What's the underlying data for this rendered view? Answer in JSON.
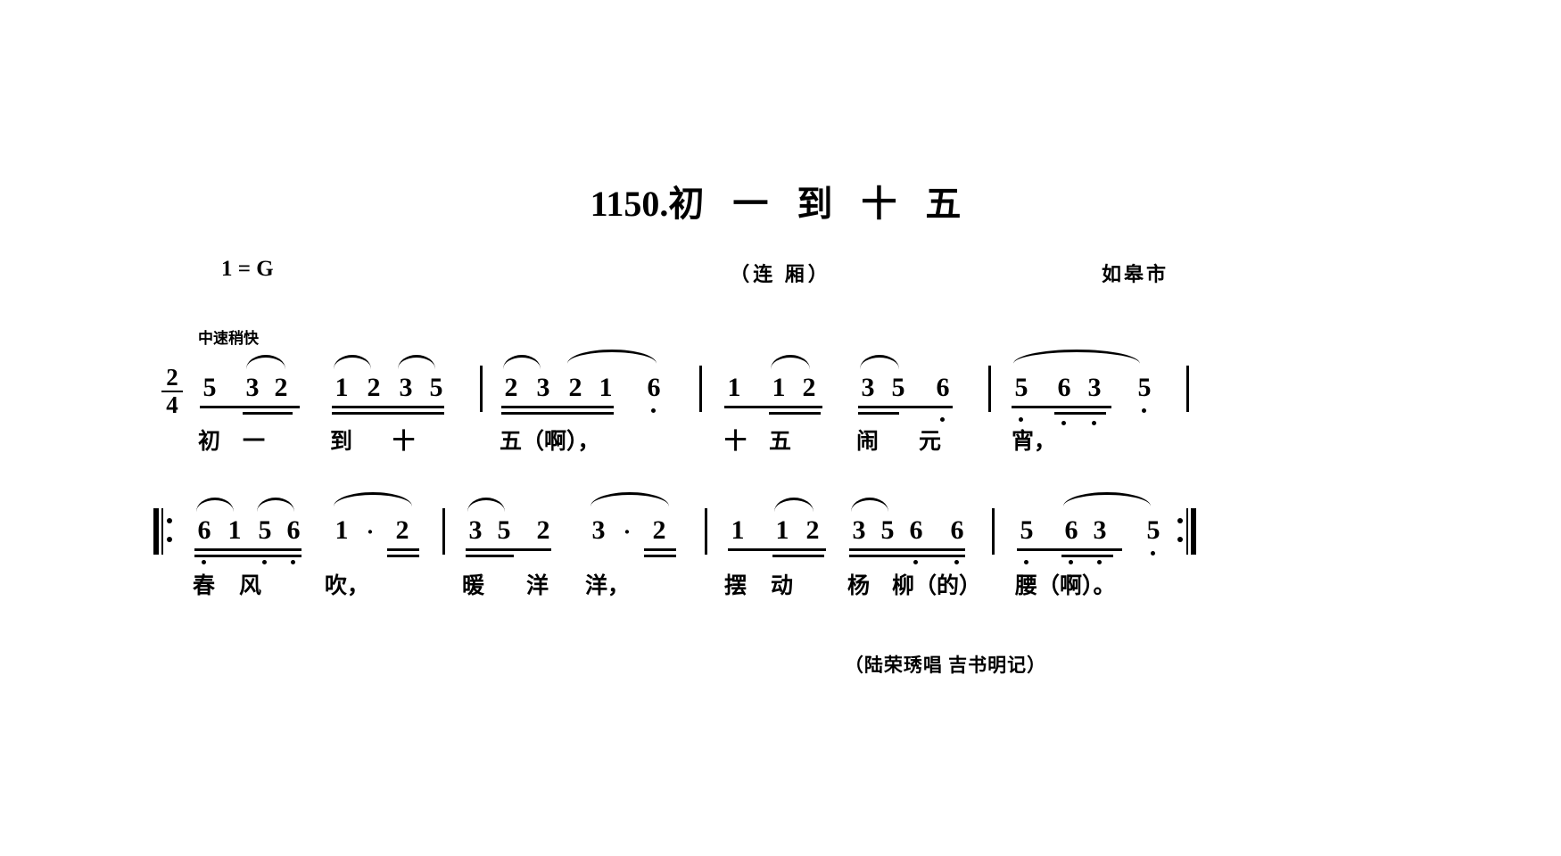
{
  "document": {
    "kind": "jianpu-song-sheet",
    "title_number": "1150",
    "title_sep": ".",
    "title_text": "初 一 到 十 五",
    "key_signature": "1 = G",
    "subtitle": "（连  厢）",
    "region": "如皋市",
    "tempo_marking": "中速稍快",
    "time_signature": {
      "numerator": "2",
      "denominator": "4"
    },
    "credits": "（陆荣琇唱   吉书明记）"
  },
  "music": {
    "systems": [
      {
        "name": "system-1",
        "has_start_repeat": false,
        "has_end_repeat": false,
        "end_barline": "single",
        "measures": [
          {
            "name": "measure-1",
            "beats": [
              {
                "notes": [
                  {
                    "pitch": "5",
                    "octave": 0,
                    "beams": 1
                  }
                ]
              },
              {
                "notes": [
                  {
                    "pitch": "3",
                    "octave": 0,
                    "beams": 1
                  },
                  {
                    "pitch": "2",
                    "octave": 0,
                    "beams": 1
                  }
                ],
                "slur": true
              }
            ]
          },
          {
            "name": "measure-2",
            "beats": [
              {
                "notes": [
                  {
                    "pitch": "1",
                    "octave": 0,
                    "beams": 2
                  },
                  {
                    "pitch": "2",
                    "octave": 0,
                    "beams": 2
                  }
                ],
                "slur": true
              },
              {
                "notes": [
                  {
                    "pitch": "3",
                    "octave": 0,
                    "beams": 2
                  },
                  {
                    "pitch": "5",
                    "octave": 0,
                    "beams": 2
                  }
                ],
                "slur": true
              }
            ]
          },
          {
            "name": "measure-3",
            "beats": [
              {
                "notes": [
                  {
                    "pitch": "2",
                    "octave": 0,
                    "beams": 2
                  },
                  {
                    "pitch": "3",
                    "octave": 0,
                    "beams": 2
                  }
                ],
                "slur": true
              },
              {
                "notes": [
                  {
                    "pitch": "2",
                    "octave": 0,
                    "beams": 2
                  },
                  {
                    "pitch": "1",
                    "octave": 0,
                    "beams": 2
                  }
                ],
                "slur": true
              },
              {
                "notes": [
                  {
                    "pitch": "6",
                    "octave": -1,
                    "beams": 0
                  }
                ]
              }
            ]
          },
          {
            "name": "measure-4",
            "beats": [
              {
                "notes": [
                  {
                    "pitch": "1",
                    "octave": 0,
                    "beams": 1
                  }
                ]
              },
              {
                "notes": [
                  {
                    "pitch": "1",
                    "octave": 0,
                    "beams": 1
                  },
                  {
                    "pitch": "2",
                    "octave": 0,
                    "beams": 1
                  }
                ],
                "slur": true
              },
              {
                "notes": [
                  {
                    "pitch": "3",
                    "octave": 0,
                    "beams": 2
                  },
                  {
                    "pitch": "5",
                    "octave": 0,
                    "beams": 2
                  }
                ],
                "slur": true
              },
              {
                "notes": [
                  {
                    "pitch": "6",
                    "octave": -1,
                    "beams": 1
                  }
                ]
              }
            ]
          },
          {
            "name": "measure-5",
            "beats": [
              {
                "notes": [
                  {
                    "pitch": "5",
                    "octave": -1,
                    "beams": 1
                  }
                ]
              },
              {
                "notes": [
                  {
                    "pitch": "6",
                    "octave": -1,
                    "beams": 2
                  },
                  {
                    "pitch": "3",
                    "octave": -1,
                    "beams": 2
                  }
                ],
                "slur": true
              },
              {
                "notes": [
                  {
                    "pitch": "5",
                    "octave": -1,
                    "beams": 0
                  }
                ]
              }
            ]
          }
        ],
        "lyrics": [
          "初",
          "一",
          "到",
          "十",
          "五（啊），",
          "十",
          "五",
          "闹",
          "元",
          "宵，"
        ]
      },
      {
        "name": "system-2",
        "has_start_repeat": true,
        "has_end_repeat": true,
        "end_barline": "repeat",
        "measures": [
          {
            "name": "measure-6",
            "beats": [
              {
                "notes": [
                  {
                    "pitch": "6",
                    "octave": -1,
                    "beams": 2
                  },
                  {
                    "pitch": "1",
                    "octave": 0,
                    "beams": 2
                  }
                ],
                "slur": true
              },
              {
                "notes": [
                  {
                    "pitch": "5",
                    "octave": -1,
                    "beams": 2
                  },
                  {
                    "pitch": "6",
                    "octave": -1,
                    "beams": 2
                  }
                ],
                "slur": true
              }
            ]
          },
          {
            "name": "measure-7",
            "beats": [
              {
                "notes": [
                  {
                    "pitch": "1",
                    "octave": 0,
                    "beams": 0,
                    "dotted": true
                  }
                ]
              },
              {
                "notes": [
                  {
                    "pitch": "2",
                    "octave": 0,
                    "beams": 2
                  }
                ],
                "slur": true
              }
            ]
          },
          {
            "name": "measure-8",
            "beats": [
              {
                "notes": [
                  {
                    "pitch": "3",
                    "octave": 0,
                    "beams": 2
                  },
                  {
                    "pitch": "5",
                    "octave": 0,
                    "beams": 2
                  }
                ],
                "slur": true
              },
              {
                "notes": [
                  {
                    "pitch": "2",
                    "octave": 0,
                    "beams": 1
                  }
                ]
              },
              {
                "notes": [
                  {
                    "pitch": "3",
                    "octave": 0,
                    "beams": 0,
                    "dotted": true
                  }
                ]
              },
              {
                "notes": [
                  {
                    "pitch": "2",
                    "octave": 0,
                    "beams": 2
                  }
                ],
                "slur": true
              }
            ]
          },
          {
            "name": "measure-9",
            "beats": [
              {
                "notes": [
                  {
                    "pitch": "1",
                    "octave": 0,
                    "beams": 1
                  }
                ]
              },
              {
                "notes": [
                  {
                    "pitch": "1",
                    "octave": 0,
                    "beams": 1
                  },
                  {
                    "pitch": "2",
                    "octave": 0,
                    "beams": 1
                  }
                ],
                "slur": true
              }
            ]
          },
          {
            "name": "measure-10",
            "beats": [
              {
                "notes": [
                  {
                    "pitch": "3",
                    "octave": 0,
                    "beams": 2
                  },
                  {
                    "pitch": "5",
                    "octave": 0,
                    "beams": 2
                  },
                  {
                    "pitch": "6",
                    "octave": -1,
                    "beams": 2
                  }
                ],
                "slur": true
              },
              {
                "notes": [
                  {
                    "pitch": "6",
                    "octave": -1,
                    "beams": 2
                  }
                ]
              }
            ]
          },
          {
            "name": "measure-11",
            "beats": [
              {
                "notes": [
                  {
                    "pitch": "5",
                    "octave": -1,
                    "beams": 1
                  }
                ]
              },
              {
                "notes": [
                  {
                    "pitch": "6",
                    "octave": -1,
                    "beams": 2
                  },
                  {
                    "pitch": "3",
                    "octave": -1,
                    "beams": 2
                  }
                ],
                "slur": true
              },
              {
                "notes": [
                  {
                    "pitch": "5",
                    "octave": -1,
                    "beams": 0
                  }
                ]
              }
            ]
          }
        ],
        "lyrics": [
          "春",
          "风",
          "吹，",
          "暖",
          "洋",
          "洋，",
          "摆",
          "动",
          "杨",
          "柳（的）",
          "腰（啊）。"
        ]
      }
    ]
  },
  "colors": {
    "ink": "#000000",
    "paper": "#ffffff"
  }
}
